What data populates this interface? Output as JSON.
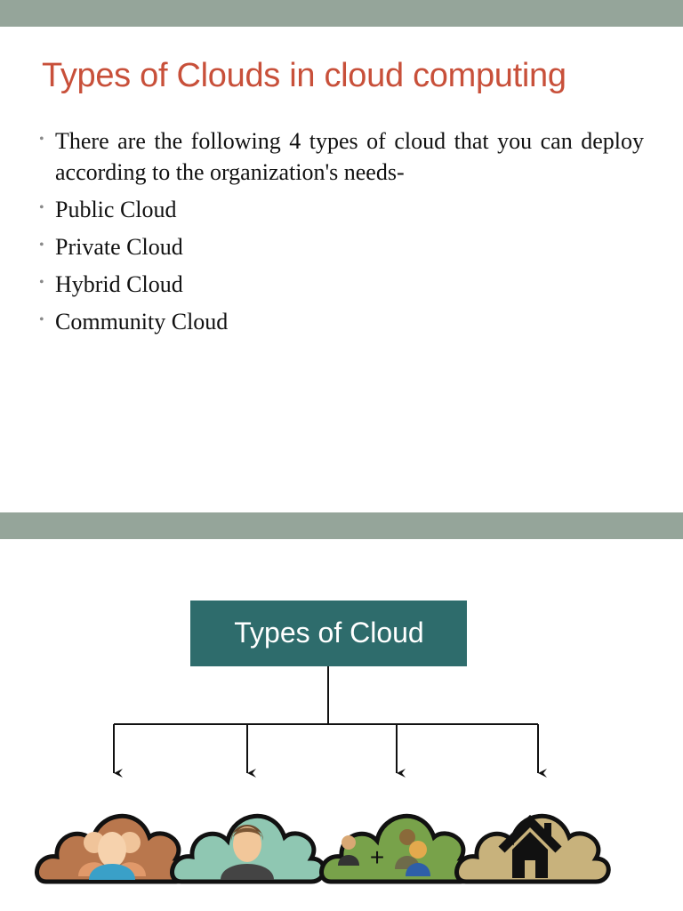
{
  "colors": {
    "header_bar": "#95a59a",
    "title": "#c8503a",
    "diagram_box": "#2e6c6c",
    "cloud_public": "#b9774d",
    "cloud_private": "#8fc7b2",
    "cloud_hybrid": "#78a24a",
    "cloud_community": "#c8b27c"
  },
  "slide1": {
    "title": "Types of Clouds in cloud computing",
    "bullets": [
      "There are the following 4 types of cloud that you can deploy according to the organization's needs-",
      "Public Cloud",
      "Private Cloud",
      "Hybrid Cloud",
      "Community Cloud"
    ]
  },
  "slide2": {
    "diagram": {
      "root_label": "Types of Cloud",
      "children": [
        {
          "name": "public",
          "icon": "group-people-icon"
        },
        {
          "name": "private",
          "icon": "single-person-icon"
        },
        {
          "name": "hybrid",
          "icon": "person-plus-group-icon"
        },
        {
          "name": "community",
          "icon": "house-icon"
        }
      ]
    }
  }
}
